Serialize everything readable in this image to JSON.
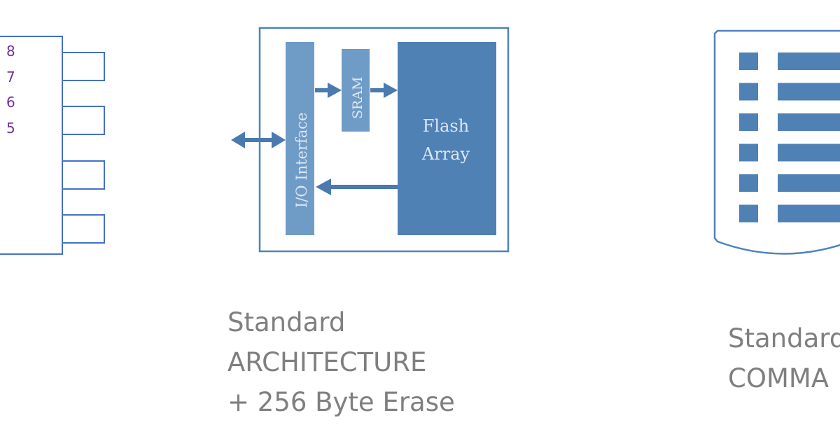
{
  "pinout": {
    "pin_numbers": [
      "8",
      "7",
      "6",
      "5"
    ],
    "number_color": "#7030a0",
    "outline_color": "#4472c4"
  },
  "architecture": {
    "io_label": "I/O Interface",
    "sram_label": "SRAM",
    "flash_label_line1": "Flash",
    "flash_label_line2": "Array",
    "frame_color": "#4f81bd",
    "io_fill": "#6f9bc7",
    "sram_fill": "#6f9bc7",
    "flash_fill": "#4f81b4",
    "arrow_color": "#4a7ab0",
    "label_color": "#dce6f2"
  },
  "command_list": {
    "row_count": 6,
    "fill": "#4f81b4",
    "outline_color": "#4f81bd"
  },
  "captions": {
    "architecture": {
      "line1": "Standard",
      "line2": "ARCHITECTURE",
      "line3": "+ 256 Byte Erase"
    },
    "command": {
      "line1": "Standard",
      "line2": "COMMA"
    },
    "text_color": "#7f7f7f"
  }
}
